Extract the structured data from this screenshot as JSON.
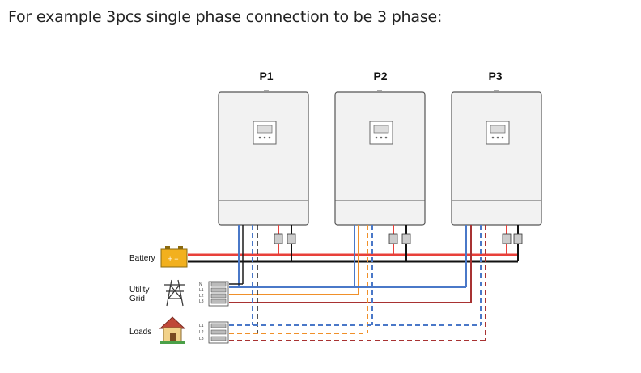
{
  "caption": "For example 3pcs single phase connection to be 3 phase:",
  "inverters": [
    {
      "label": "P1"
    },
    {
      "label": "P2"
    },
    {
      "label": "P3"
    }
  ],
  "labels": {
    "battery": "Battery",
    "utility_grid_line1": "Utility",
    "utility_grid_line2": "Grid",
    "loads": "Loads"
  },
  "phase_tags": {
    "grid": [
      "N",
      "L1",
      "L2",
      "L3"
    ],
    "loads": [
      "L1",
      "L2",
      "L3"
    ]
  },
  "colors": {
    "battery_positive": "#e8403a",
    "battery_negative": "#111111",
    "phase_l1": "#4a78c8",
    "phase_l2": "#f0902a",
    "phase_l3": "#a83232",
    "neutral": "#1a1a1a",
    "inverter_body": "#f2f2f2",
    "inverter_edge": "#555555"
  }
}
